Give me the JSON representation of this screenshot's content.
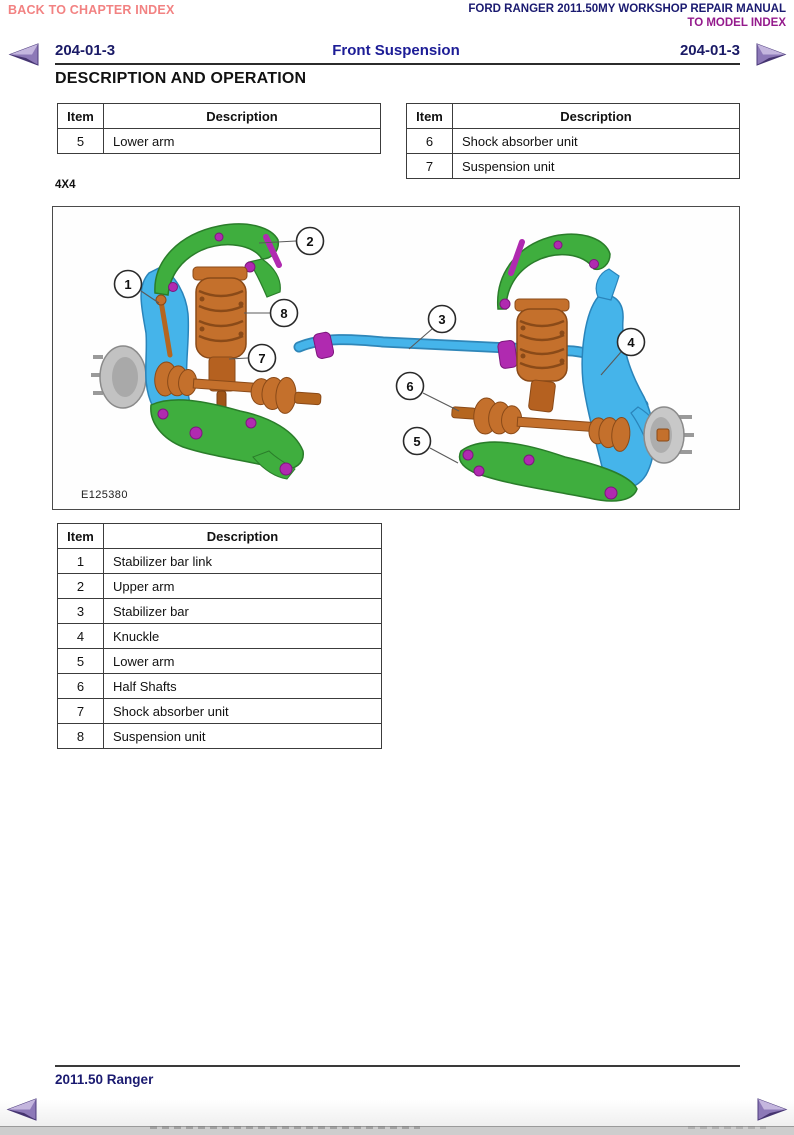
{
  "header": {
    "back_link": "BACK TO CHAPTER INDEX",
    "manual_title": "FORD RANGER 2011.50MY WORKSHOP REPAIR MANUAL",
    "model_index_link": "TO MODEL INDEX",
    "section_code_left": "204-01-3",
    "section_title": "Front Suspension",
    "section_code_right": "204-01-3"
  },
  "content": {
    "heading": "DESCRIPTION AND OPERATION",
    "drive_label": "4X4",
    "figure_id": "E125380"
  },
  "tables": {
    "top_left": {
      "headers": [
        "Item",
        "Description"
      ],
      "rows": [
        [
          "5",
          "Lower arm"
        ]
      ]
    },
    "top_right": {
      "headers": [
        "Item",
        "Description"
      ],
      "rows": [
        [
          "6",
          "Shock absorber unit"
        ],
        [
          "7",
          "Suspension unit"
        ]
      ]
    },
    "main": {
      "headers": [
        "Item",
        "Description"
      ],
      "rows": [
        [
          "1",
          "Stabilizer bar link"
        ],
        [
          "2",
          "Upper arm"
        ],
        [
          "3",
          "Stabilizer bar"
        ],
        [
          "4",
          "Knuckle"
        ],
        [
          "5",
          "Lower arm"
        ],
        [
          "6",
          "Half Shafts"
        ],
        [
          "7",
          "Shock absorber unit"
        ],
        [
          "8",
          "Suspension unit"
        ]
      ]
    }
  },
  "diagram": {
    "callouts": [
      {
        "label": "1"
      },
      {
        "label": "2"
      },
      {
        "label": "3"
      },
      {
        "label": "4"
      },
      {
        "label": "5"
      },
      {
        "label": "6"
      },
      {
        "label": "7"
      },
      {
        "label": "8"
      }
    ]
  },
  "footer": {
    "model_label": "2011.50 Ranger"
  },
  "icons": {
    "prev_arrow": "nav-previous-arrow",
    "next_arrow": "nav-next-arrow"
  },
  "colors": {
    "back_link": "#f28282",
    "manual_title": "#1a1a70",
    "model_index": "#941a8c",
    "section_title": "#1c1c96",
    "arrow_purple": "#8d79b8",
    "diagram_green": "#3fae3e",
    "diagram_orange": "#c4702c",
    "diagram_blue": "#45b4ea",
    "diagram_magenta": "#b02ab0",
    "diagram_gray": "#c2c2c2"
  }
}
